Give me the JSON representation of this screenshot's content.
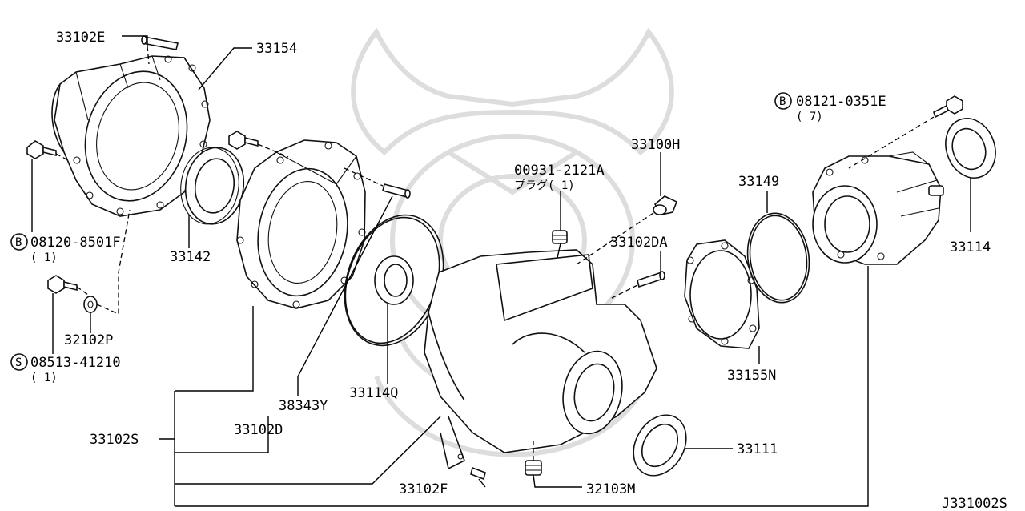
{
  "diagram": {
    "code": "J331002S",
    "parts": {
      "p33102E": "33102E",
      "p33154": "33154",
      "p08120": "08120-8501F",
      "p08120_qty": "( 1)",
      "p08120_prefix": "B",
      "p33142": "33142",
      "p32102P": "32102P",
      "p08513": "08513-41210",
      "p08513_qty": "( 1)",
      "p08513_prefix": "S",
      "p33102S": "33102S",
      "p33102D": "33102D",
      "p38343Y": "38343Y",
      "p33114Q": "33114Q",
      "p00931": "00931-2121A",
      "p00931_note": "プラグ( 1)",
      "p33100H": "33100H",
      "p33102DA": "33102DA",
      "p33102F": "33102F",
      "p32103M": "32103M",
      "p33111": "33111",
      "p33149": "33149",
      "p33155N": "33155N",
      "p08121": "08121-0351E",
      "p08121_qty": "( 7)",
      "p08121_prefix": "B",
      "p33114": "33114"
    }
  }
}
